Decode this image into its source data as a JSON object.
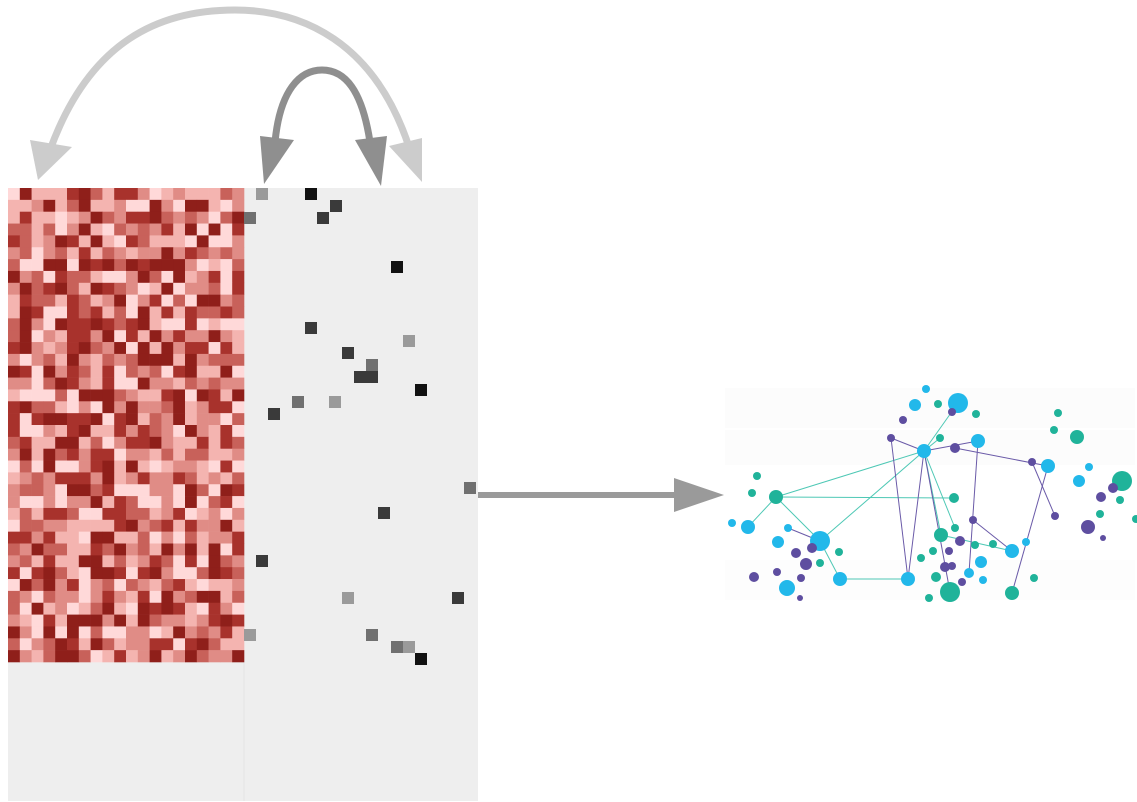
{
  "colors": {
    "background": "#ffffff",
    "panel": "#eeeeee",
    "heatmap_scale": [
      "#ffd9d9",
      "#f4b4b0",
      "#e08c86",
      "#c8615a",
      "#a8322c",
      "#8f1f1a"
    ],
    "sparse_scale": [
      "#9a9a9a",
      "#707070",
      "#3a3a3a",
      "#111111"
    ],
    "light_arrow": "#cccccc",
    "dark_arrow": "#8f8f8f",
    "main_arrow": "#9a9a9a",
    "node_cyan": "#22b8ea",
    "node_teal": "#20b39a",
    "node_purple": "#5e4ea0",
    "edge_teal": "#4ec8b5",
    "edge_purple": "#6a5aa8"
  },
  "diagram": {
    "dense_matrix": {
      "description_icon": "dense-heatmap-matrix",
      "rows": 40,
      "cols": 20
    },
    "sparse_matrix": {
      "description_icon": "sparse-adjacency-matrix",
      "rows": 40,
      "cols": 19
    },
    "arrows": [
      "wide-loop-arrow",
      "tight-loop-arrow",
      "matrix-to-graph-arrow"
    ],
    "graph": {
      "description_icon": "network-graph-icon"
    }
  }
}
